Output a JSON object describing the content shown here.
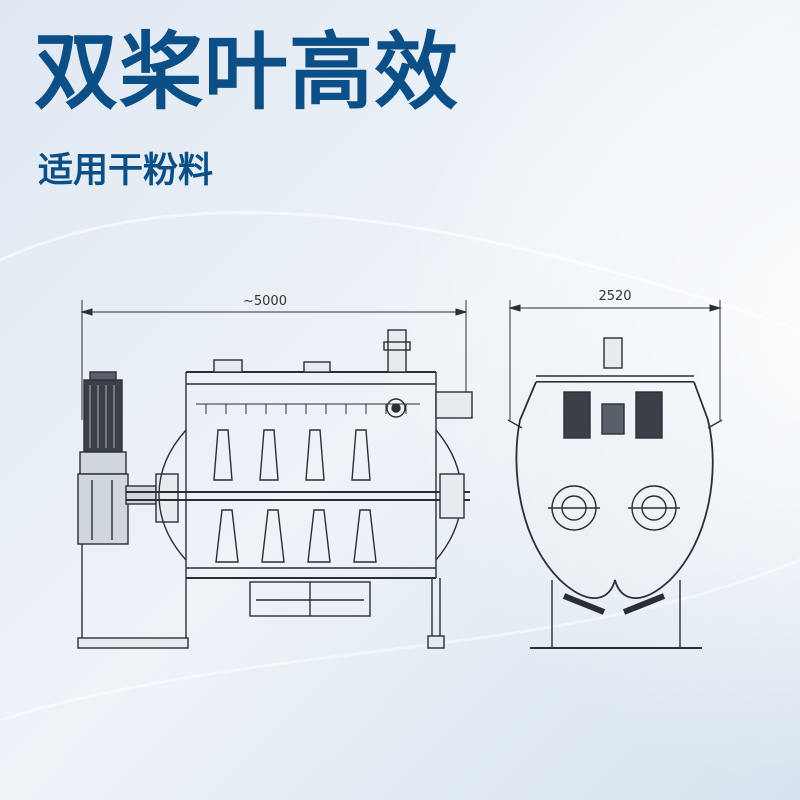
{
  "heading": {
    "title": "双桨叶高效",
    "subtitle": "适用干粉料"
  },
  "drawing": {
    "front_width_label": "~5000",
    "side_width_label": "2520",
    "line_color": "#2a2f36",
    "accent_color": "#0b4f86"
  }
}
